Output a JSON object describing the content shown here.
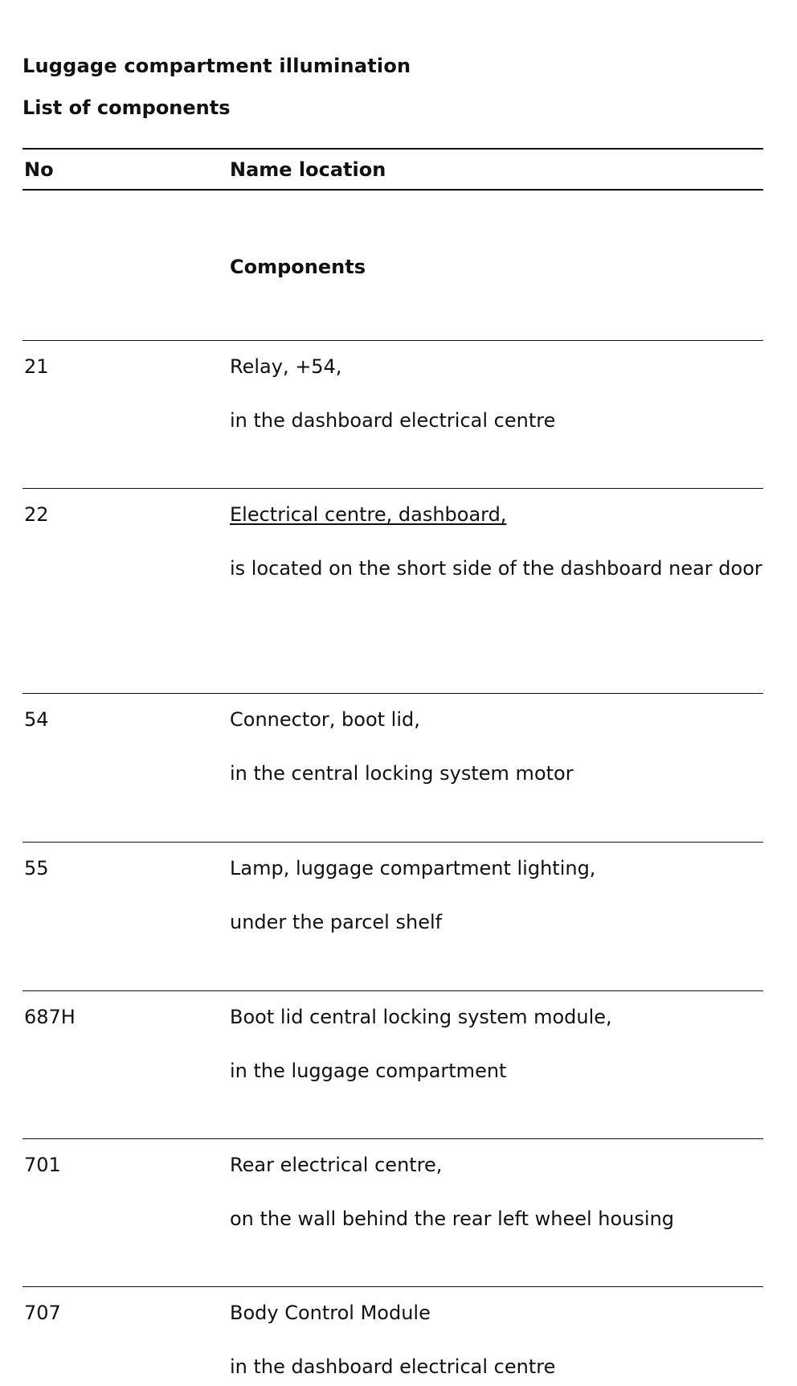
{
  "document": {
    "title": "Luggage compartment illumination",
    "subtitle": "List of components",
    "header": {
      "no": "No",
      "name_location": "Name location"
    },
    "section_label": "Components",
    "rows": [
      {
        "no": "21",
        "name": "Relay, +54,",
        "location": "in the dashboard electrical centre"
      },
      {
        "no": "22",
        "name": "Electrical centre, dashboard,",
        "location": "is located on the short side of the dashboard near door"
      },
      {
        "no": "54",
        "name": "Connector, boot lid,",
        "location": "in the central locking system motor"
      },
      {
        "no": "55",
        "name": "Lamp, luggage compartment lighting,",
        "location": "under the parcel shelf"
      },
      {
        "no": "687H",
        "name": "Boot lid central locking system module,",
        "location": "in the luggage compartment"
      },
      {
        "no": "701",
        "name": "Rear electrical centre,",
        "location": "on the wall behind the rear left wheel housing"
      },
      {
        "no": "707",
        "name": "Body Control Module",
        "location": "in the dashboard electrical centre"
      }
    ]
  }
}
